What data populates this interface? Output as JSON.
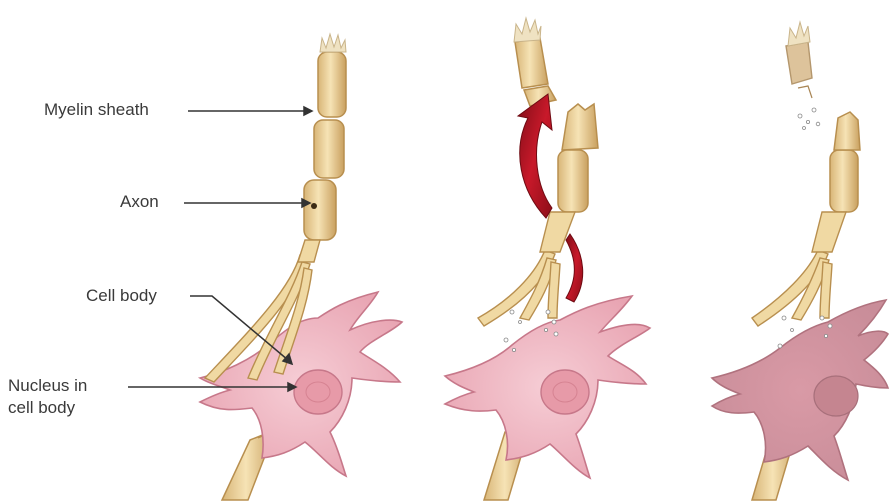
{
  "labels": {
    "myelin_sheath": "Myelin sheath",
    "axon": "Axon",
    "cell_body": "Cell body",
    "nucleus_line1": "Nucleus in",
    "nucleus_line2": "cell body"
  },
  "colors": {
    "sheath_fill": "#f0d9a3",
    "sheath_stroke": "#b88f4f",
    "cell_fill": "#efb8c2",
    "cell_stroke": "#c7788a",
    "nucleus_fill": "#e79aa8",
    "arrow_red": "#b3121f",
    "leader_line": "#333333"
  },
  "icons": [
    "curved-arrow-icon"
  ]
}
